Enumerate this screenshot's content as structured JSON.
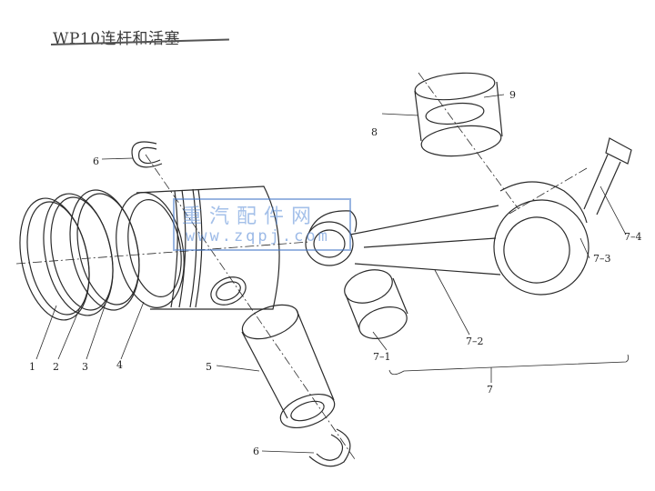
{
  "title": "WP10连杆和活塞",
  "watermark": {
    "line1": "重汽配件网",
    "line2": "www.zqpj.com"
  },
  "callouts": {
    "c1": "1",
    "c2": "2",
    "c3": "3",
    "c4": "4",
    "c5": "5",
    "c6a": "6",
    "c6b": "6",
    "c7": "7",
    "c7_1": "7–1",
    "c7_2": "7–2",
    "c7_3": "7–3",
    "c7_4": "7–4",
    "c8": "8",
    "c9": "9"
  },
  "colors": {
    "ink": "#2b2b2b",
    "watermark": "#5a8cd7"
  }
}
